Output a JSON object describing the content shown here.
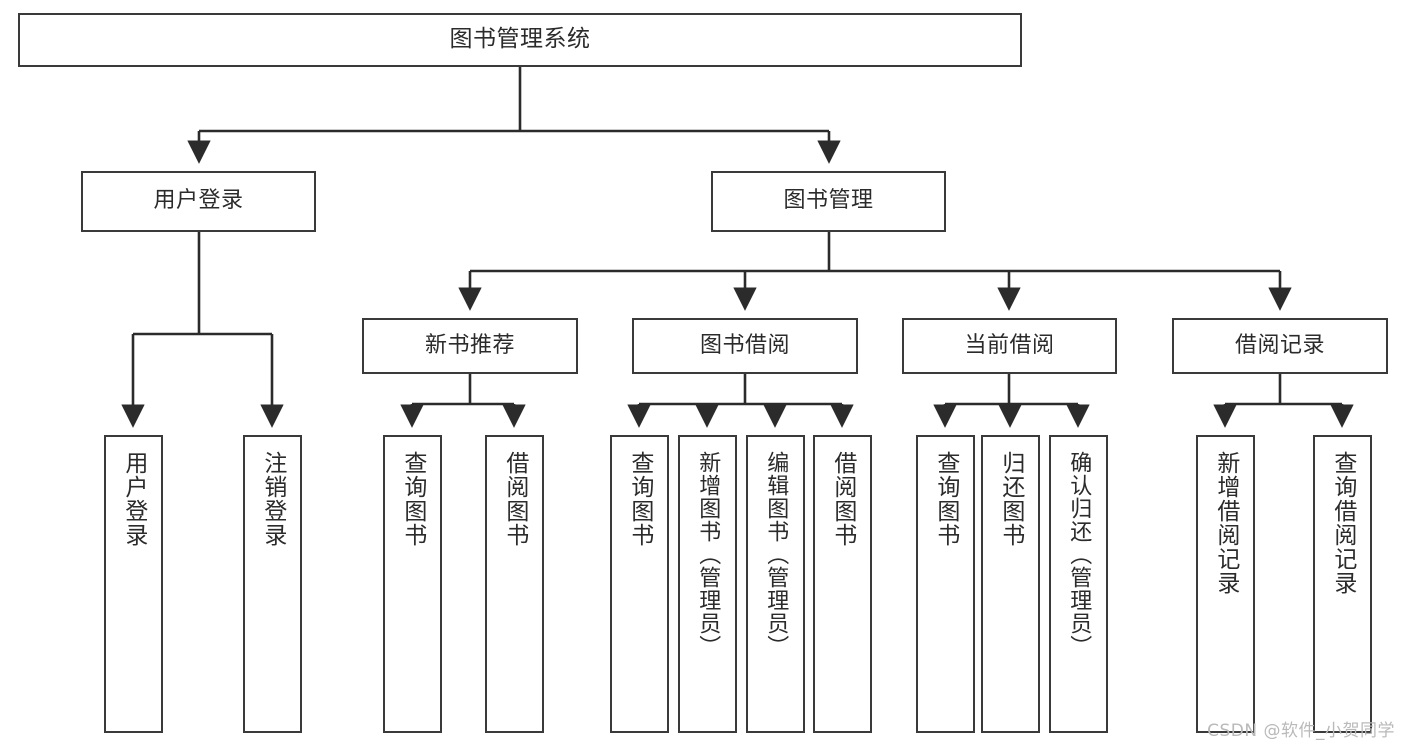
{
  "diagram": {
    "type": "tree-hierarchy",
    "title": "图书管理系统",
    "orientation": "top-down",
    "colors": {
      "box_border": "#3a3a3a",
      "box_fill": "#ffffff",
      "edge": "#2b2b2b",
      "text": "#2b2b2b",
      "watermark": "#b9b9b9"
    }
  },
  "nodes": {
    "root": {
      "label": "图书管理系统"
    },
    "level2": [
      {
        "label": "用户登录"
      },
      {
        "label": "图书管理"
      }
    ],
    "level3": [
      {
        "label": "新书推荐"
      },
      {
        "label": "图书借阅"
      },
      {
        "label": "当前借阅"
      },
      {
        "label": "借阅记录"
      }
    ],
    "leaves": {
      "user_login": [
        {
          "label": "用户登录"
        },
        {
          "label": "注销登录"
        }
      ],
      "new_book_recommend": [
        {
          "label": "查询图书"
        },
        {
          "label": "借阅图书"
        }
      ],
      "book_borrow": [
        {
          "label": "查询图书"
        },
        {
          "label": "新增图书（管理员）"
        },
        {
          "label": "编辑图书（管理员）"
        },
        {
          "label": "借阅图书"
        }
      ],
      "current_borrow": [
        {
          "label": "查询图书"
        },
        {
          "label": "归还图书"
        },
        {
          "label": "确认归还（管理员）"
        }
      ],
      "borrow_record": [
        {
          "label": "新增借阅记录"
        },
        {
          "label": "查询借阅记录"
        }
      ]
    }
  },
  "watermark": {
    "text": "CSDN @软件_小贺同学"
  }
}
